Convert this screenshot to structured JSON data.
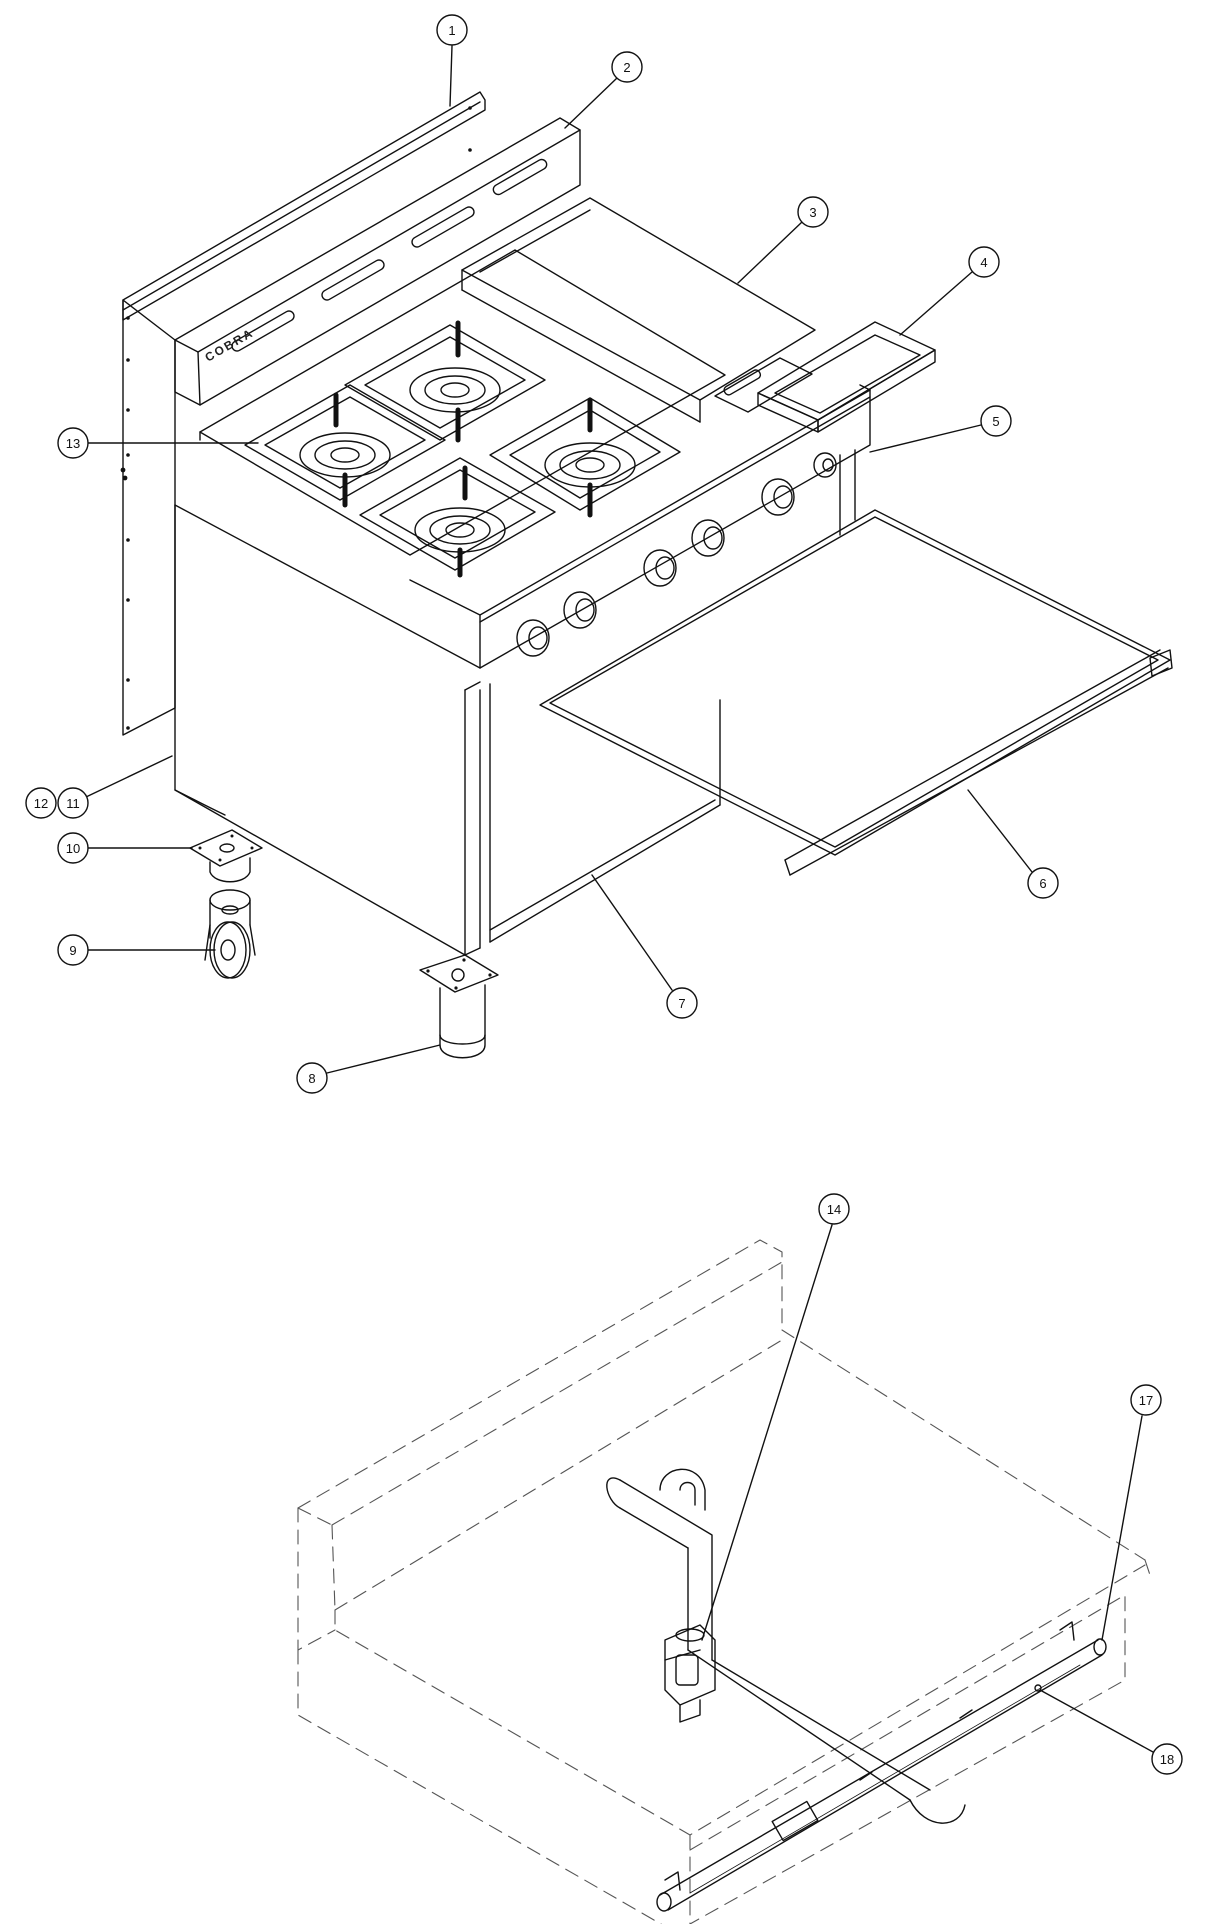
{
  "brand_logo": "COBRA",
  "callouts": [
    {
      "id": "callout-1",
      "label": "1"
    },
    {
      "id": "callout-2",
      "label": "2"
    },
    {
      "id": "callout-3",
      "label": "3"
    },
    {
      "id": "callout-4",
      "label": "4"
    },
    {
      "id": "callout-5",
      "label": "5"
    },
    {
      "id": "callout-6",
      "label": "6"
    },
    {
      "id": "callout-7",
      "label": "7"
    },
    {
      "id": "callout-8",
      "label": "8"
    },
    {
      "id": "callout-9",
      "label": "9"
    },
    {
      "id": "callout-10",
      "label": "10"
    },
    {
      "id": "callout-11",
      "label": "11"
    },
    {
      "id": "callout-12",
      "label": "12"
    },
    {
      "id": "callout-13",
      "label": "13"
    },
    {
      "id": "callout-14",
      "label": "14"
    },
    {
      "id": "callout-17",
      "label": "17"
    },
    {
      "id": "callout-18",
      "label": "18"
    }
  ]
}
